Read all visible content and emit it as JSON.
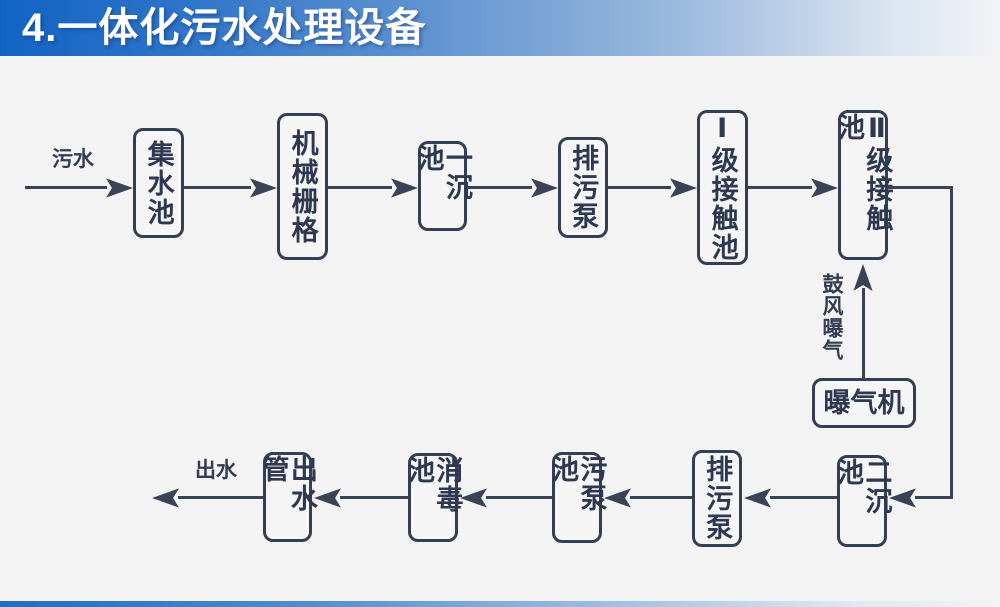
{
  "header": {
    "title": "4.一体化污水处理设备"
  },
  "diagram": {
    "inflow_label": "污水",
    "outflow_label": "出水",
    "aeration_label": "鼓风曝气",
    "nodes": {
      "collect_tank": "集水池",
      "mechanical_grid": "机械栅格",
      "primary_sedimentation_tank": "一沉池",
      "sewage_pump_top": "排污泵",
      "contact_tank_1": "Ⅰ级接触池",
      "contact_tank_2": "Ⅱ级接触池",
      "aerator": "曝气机",
      "secondary_sedimentation_tank": "二沉池",
      "sewage_pump_bottom": "排污泵",
      "sludge_pump_tank": "污泵池",
      "disinfection_tank": "消毒池",
      "outlet_pipe": "出水管"
    }
  },
  "colors": {
    "accent_blue": "#1263c3",
    "line_dark": "#3a4356",
    "background": "#f3f3f4"
  }
}
